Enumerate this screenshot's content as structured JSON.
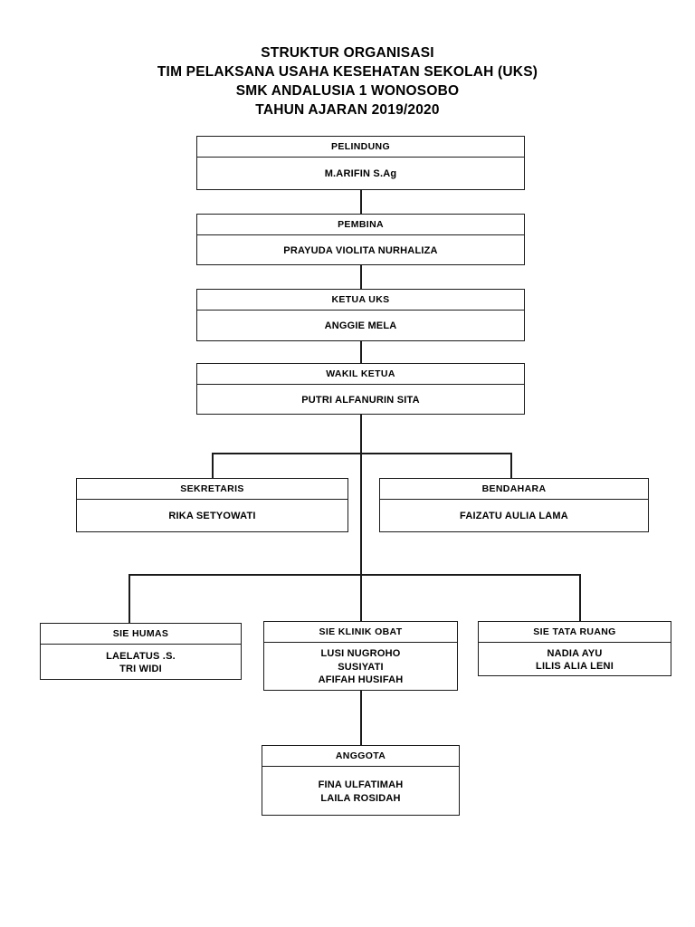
{
  "title": {
    "lines": [
      "STRUKTUR ORGANISASI",
      "TIM PELAKSANA USAHA KESEHATAN SEKOLAH (UKS)",
      "SMK ANDALUSIA 1 WONOSOBO",
      "TAHUN AJARAN 2019/2020"
    ]
  },
  "chart_data": {
    "type": "diagram",
    "title": "STRUKTUR ORGANISASI TIM PELAKSANA USAHA KESEHATAN SEKOLAH (UKS) SMK ANDALUSIA 1 WONOSOBO TAHUN AJARAN 2019/2020",
    "nodes": [
      {
        "id": "pelindung",
        "role": "PELINDUNG",
        "names": [
          "M.ARIFIN S.Ag"
        ]
      },
      {
        "id": "pembina",
        "role": "PEMBINA",
        "names": [
          "PRAYUDA VIOLITA NURHALIZA"
        ]
      },
      {
        "id": "ketua",
        "role": "KETUA UKS",
        "names": [
          "ANGGIE MELA"
        ]
      },
      {
        "id": "wakil",
        "role": "WAKIL KETUA",
        "names": [
          "PUTRI ALFANURIN SITA"
        ]
      },
      {
        "id": "sekretaris",
        "role": "SEKRETARIS",
        "names": [
          "RIKA SETYOWATI"
        ]
      },
      {
        "id": "bendahara",
        "role": "BENDAHARA",
        "names": [
          "FAIZATU AULIA LAMA"
        ]
      },
      {
        "id": "humas",
        "role": "SIE HUMAS",
        "names": [
          "LAELATUS .S.",
          "TRI WIDI"
        ]
      },
      {
        "id": "klinik",
        "role": "SIE KLINIK OBAT",
        "names": [
          "LUSI NUGROHO",
          "SUSIYATI",
          "AFIFAH HUSIFAH"
        ]
      },
      {
        "id": "tataruang",
        "role": "SIE TATA RUANG",
        "names": [
          "NADIA AYU",
          "LILIS ALIA LENI"
        ]
      },
      {
        "id": "anggota",
        "role": "ANGGOTA",
        "names": [
          "FINA ULFATIMAH",
          "LAILA ROSIDAH"
        ]
      }
    ],
    "edges": [
      {
        "from": "pelindung",
        "to": "pembina"
      },
      {
        "from": "pembina",
        "to": "ketua"
      },
      {
        "from": "ketua",
        "to": "wakil"
      },
      {
        "from": "wakil",
        "to": "sekretaris"
      },
      {
        "from": "wakil",
        "to": "bendahara"
      },
      {
        "from": "wakil",
        "to": "humas"
      },
      {
        "from": "wakil",
        "to": "klinik"
      },
      {
        "from": "wakil",
        "to": "tataruang"
      },
      {
        "from": "klinik",
        "to": "anggota"
      }
    ],
    "colors": {
      "line": "#1b1b1b",
      "background": "#ffffff",
      "text": "#000000"
    }
  }
}
